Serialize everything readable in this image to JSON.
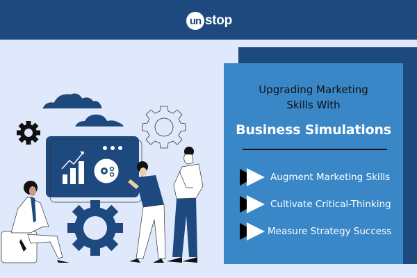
{
  "header": {
    "logo": {
      "circle_text": "un",
      "rest_text": "stop"
    },
    "background_color": "#1d497f"
  },
  "panel": {
    "title_line1": "Upgrading Marketing",
    "title_line2": "Skills With",
    "headline": "Business Simulations",
    "bullets": [
      {
        "icon": "double-arrow-right-icon",
        "label": "Augment Marketing Skills"
      },
      {
        "icon": "double-arrow-right-icon",
        "label": "Cultivate Critical-Thinking"
      },
      {
        "icon": "double-arrow-right-icon",
        "label": "Measure Strategy Success"
      }
    ],
    "colors": {
      "front": "#3a87c7",
      "back": "#1d497f",
      "page": "#dfe9fb"
    }
  },
  "illustration": {
    "elements": [
      "cloud-icon",
      "cloud-icon",
      "gear-icon",
      "gear-outline-icon",
      "dashboard-screen",
      "bar-chart-icon",
      "trend-arrow-icon",
      "magnifier-icon",
      "gear-icon",
      "person-sitting",
      "person-with-magnifier",
      "person-thinking"
    ]
  }
}
